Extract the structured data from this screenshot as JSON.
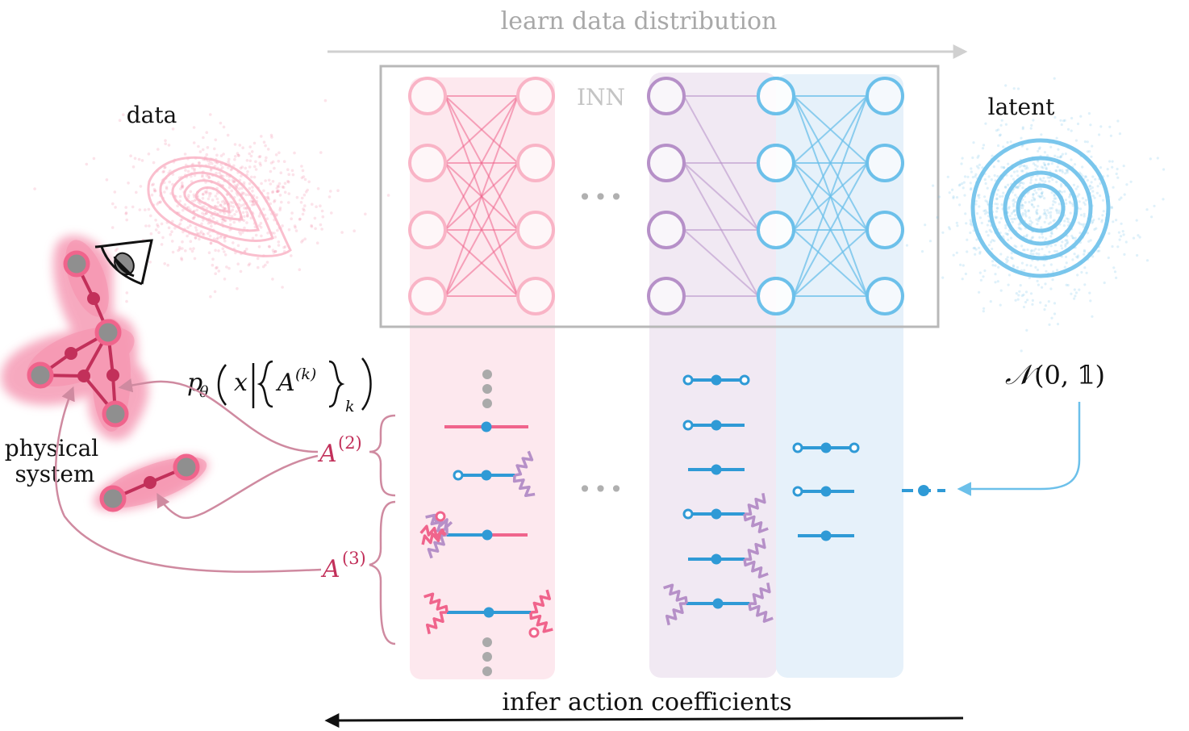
{
  "labels": {
    "top_arrow": "learn data distribution",
    "bottom_arrow": "infer action coefficients",
    "inn_box": "INN",
    "data": "data",
    "latent": "latent",
    "physical_line1": "physical",
    "physical_line2": "system",
    "ellipsis": "•••"
  },
  "math": {
    "prob_p": "p",
    "prob_theta": "θ",
    "prob_x": "x",
    "prob_A": "A",
    "prob_k_sup": "(k)",
    "prob_k_sub": "k",
    "coef_A2": "A",
    "coef_A2_sup": "(2)",
    "coef_A3": "A",
    "coef_A3_sup": "(3)",
    "normal_N": "𝒩",
    "normal_args": "(0, 𝟙)"
  },
  "colors": {
    "pink": "#f0648c",
    "pink_light": "#f9b4c6",
    "mauve": "#cf8aa0",
    "purple": "#b690c8",
    "blue": "#2f9ad6",
    "blue_light": "#6cc0ea",
    "gray": "#aaaaaa",
    "dark_node": "#c2305a"
  }
}
